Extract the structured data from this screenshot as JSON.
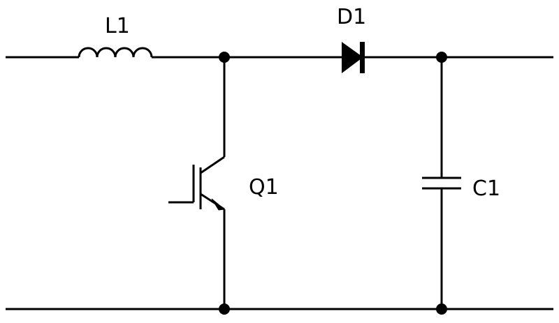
{
  "diagram": {
    "type": "boost-converter-schematic",
    "components": [
      {
        "id": "L1",
        "kind": "inductor",
        "label": "L1"
      },
      {
        "id": "D1",
        "kind": "diode",
        "label": "D1"
      },
      {
        "id": "Q1",
        "kind": "igbt",
        "label": "Q1"
      },
      {
        "id": "C1",
        "kind": "capacitor",
        "label": "C1"
      }
    ],
    "colors": {
      "line": "#000000",
      "background": "#ffffff"
    }
  }
}
